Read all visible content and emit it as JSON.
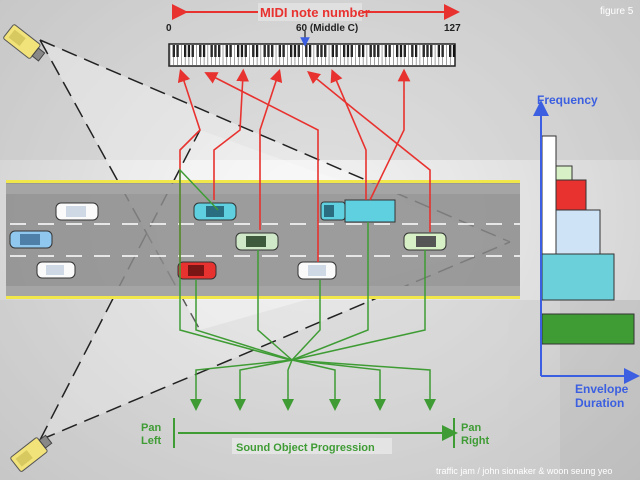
{
  "figure_label": "figure 5",
  "midi": {
    "title": "MIDI note number",
    "low": "0",
    "middle": "60 (Middle C)",
    "high": "127"
  },
  "envelope": {
    "y_label": "Frequency",
    "x_label_1": "Envelope",
    "x_label_2": "Duration"
  },
  "pan": {
    "left_1": "Pan",
    "left_2": "Left",
    "right_1": "Pan",
    "right_2": "Right",
    "progression": "Sound Object Progression"
  },
  "credit": "traffic jam  /  john sionaker & woon seung yeo",
  "colors": {
    "red": "#e8322f",
    "green": "#3f9c35",
    "blue": "#3b5fe0",
    "road": "#8a8a8a",
    "road_line": "#f1e64a"
  }
}
